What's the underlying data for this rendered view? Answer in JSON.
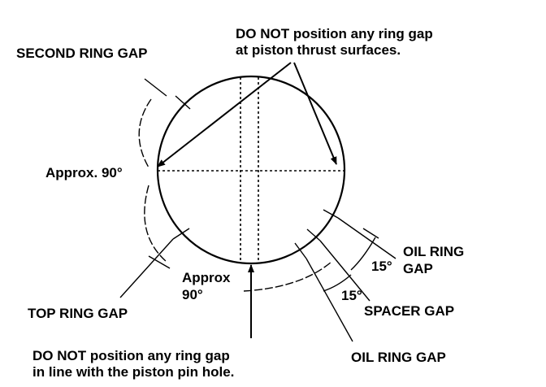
{
  "labels": {
    "second_ring_gap": "SECOND RING GAP",
    "thrust_warning_line1": "DO NOT position any ring gap",
    "thrust_warning_line2": "at piston thrust surfaces.",
    "approx_90_left": "Approx. 90°",
    "approx_lower_line1": "Approx",
    "approx_lower_line2": "90°",
    "top_ring_gap": "TOP RING GAP",
    "oil_ring_gap_right_line1": "OIL RING",
    "oil_ring_gap_right_line2": "GAP",
    "angle_15_upper": "15°",
    "angle_15_lower": "15°",
    "spacer_gap": "SPACER GAP",
    "oil_ring_gap_bottom": "OIL RING GAP",
    "pin_warning_line1": "DO NOT position any ring gap",
    "pin_warning_line2": "in line with the piston pin hole."
  },
  "colors": {
    "ink": "#000000",
    "background": "#ffffff"
  }
}
